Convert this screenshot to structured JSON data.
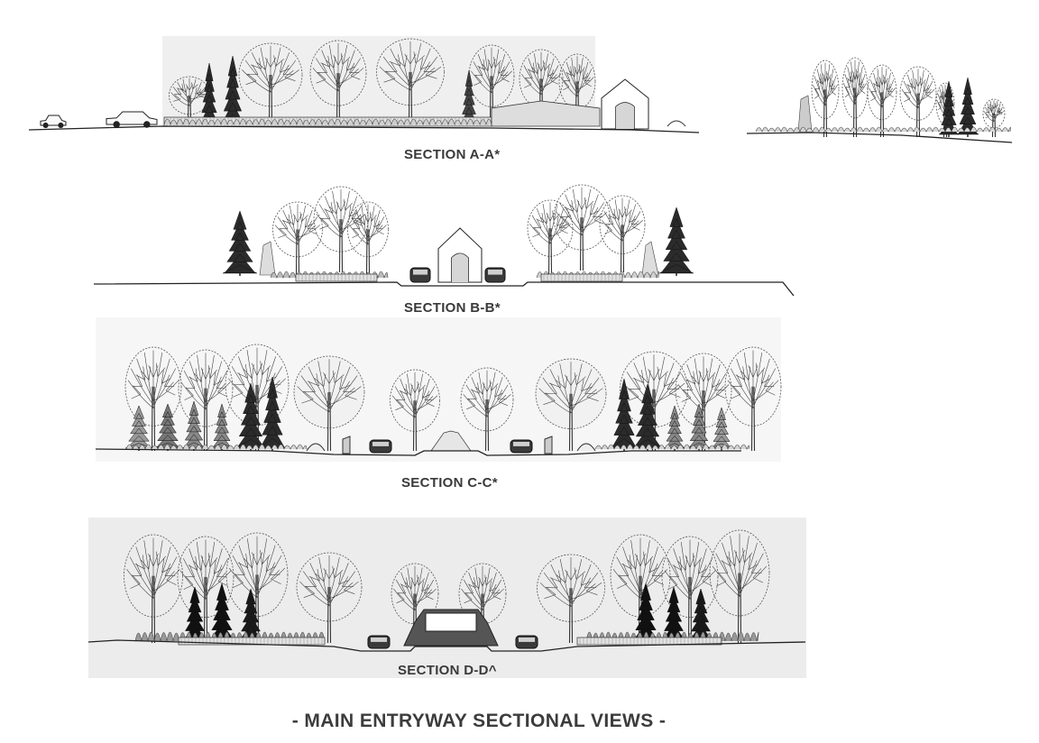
{
  "sections": [
    {
      "id": "A",
      "label": "SECTION A-A*"
    },
    {
      "id": "B",
      "label": "SECTION B-B*"
    },
    {
      "id": "C",
      "label": "SECTION C-C*"
    },
    {
      "id": "D",
      "label": "SECTION D-D^"
    }
  ],
  "page_title": "- MAIN ENTRYWAY SECTIONAL VIEWS -"
}
